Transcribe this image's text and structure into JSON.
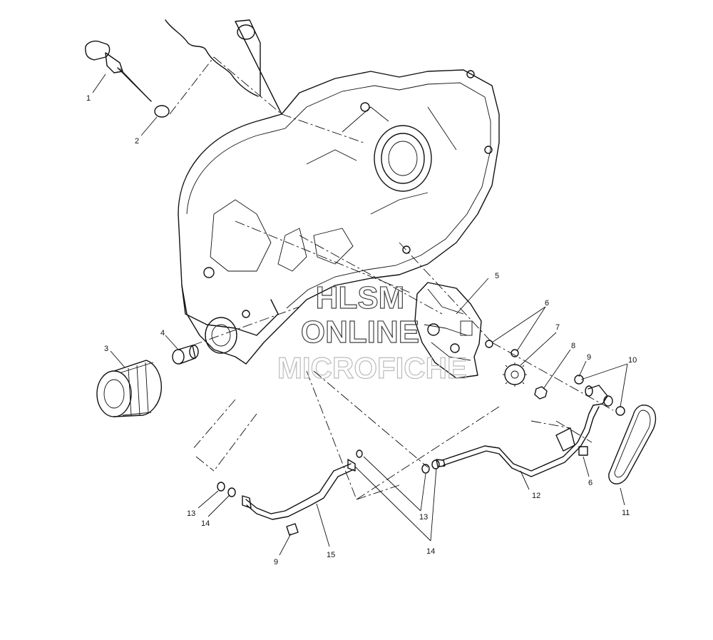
{
  "watermark": {
    "line1": "HLSM",
    "line2": "ONLINE",
    "line3": "MICROFICHE"
  },
  "callouts": [
    {
      "id": "c1",
      "label": "1"
    },
    {
      "id": "c2",
      "label": "2"
    },
    {
      "id": "c3",
      "label": "3"
    },
    {
      "id": "c4",
      "label": "4"
    },
    {
      "id": "c5",
      "label": "5"
    },
    {
      "id": "c6a",
      "label": "6"
    },
    {
      "id": "c6b",
      "label": "6"
    },
    {
      "id": "c7",
      "label": "7"
    },
    {
      "id": "c8",
      "label": "8"
    },
    {
      "id": "c9a",
      "label": "9"
    },
    {
      "id": "c9b",
      "label": "9"
    },
    {
      "id": "c10",
      "label": "10"
    },
    {
      "id": "c11",
      "label": "11"
    },
    {
      "id": "c12",
      "label": "12"
    },
    {
      "id": "c13a",
      "label": "13"
    },
    {
      "id": "c13b",
      "label": "13"
    },
    {
      "id": "c14a",
      "label": "14"
    },
    {
      "id": "c14b",
      "label": "14"
    },
    {
      "id": "c15",
      "label": "15"
    }
  ]
}
